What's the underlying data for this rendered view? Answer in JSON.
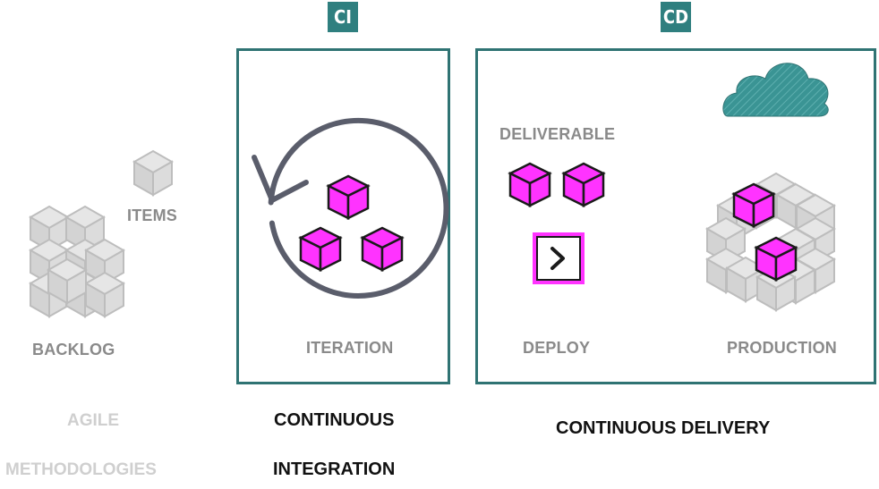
{
  "tags": {
    "ci": "CI",
    "cd": "CD"
  },
  "labels": {
    "items": "ITEMS",
    "backlog": "BACKLOG",
    "iteration": "ITERATION",
    "deliverable": "DELIVERABLE",
    "deploy": "DEPLOY",
    "production": "PRODUCTION"
  },
  "footer": {
    "agile_line1": "AGILE",
    "agile_line2": "METHODOLOGIES",
    "ci_line1": "CONTINUOUS",
    "ci_line2": "INTEGRATION",
    "cd": "CONTINUOUS DELIVERY"
  },
  "colors": {
    "teal": "#2f7f7f",
    "magenta": "#ff33ff",
    "grey_cube": "#d9d9d9",
    "cloud": "#3a9494"
  },
  "icons": [
    "cube-icon",
    "cycle-arrow-icon",
    "deploy-arrow-icon",
    "cloud-icon"
  ]
}
